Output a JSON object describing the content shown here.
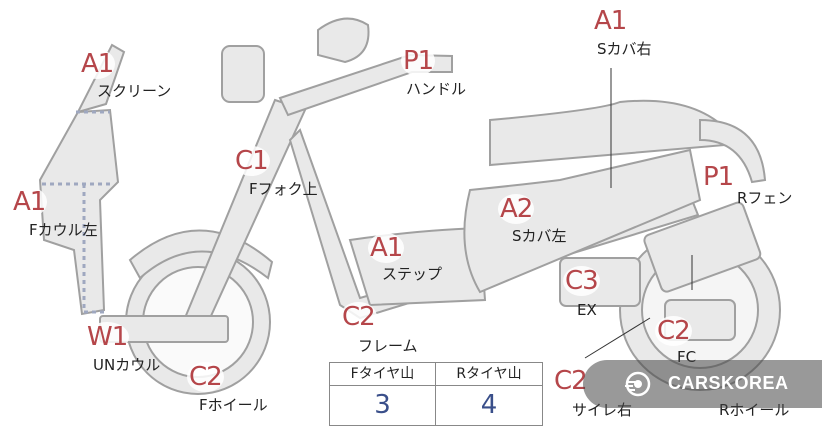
{
  "parts": [
    {
      "id": "screen",
      "grade": "A1",
      "label": "スクリーン"
    },
    {
      "id": "handle",
      "grade": "P1",
      "label": "ハンドル"
    },
    {
      "id": "s-cover-right",
      "grade": "A1",
      "label": "Sカバ右"
    },
    {
      "id": "f-fork-upper",
      "grade": "C1",
      "label": "Fフォク上"
    },
    {
      "id": "f-cowl-left",
      "grade": "A1",
      "label": "Fカウル左"
    },
    {
      "id": "s-cover-left",
      "grade": "A2",
      "label": "Sカバ左"
    },
    {
      "id": "r-fender",
      "grade": "P1",
      "label": "Rフェン"
    },
    {
      "id": "step",
      "grade": "A1",
      "label": "ステップ"
    },
    {
      "id": "exhaust",
      "grade": "C3",
      "label": "EX"
    },
    {
      "id": "frame",
      "grade": "C2",
      "label": "フレーム"
    },
    {
      "id": "un-cowl",
      "grade": "W1",
      "label": "UNカウル"
    },
    {
      "id": "fc",
      "grade": "C2",
      "label": "FC"
    },
    {
      "id": "f-wheel",
      "grade": "C2",
      "label": "Fホイール"
    },
    {
      "id": "muffler-right",
      "grade": "C2",
      "label": "サイレ右"
    },
    {
      "id": "r-wheel",
      "grade": "",
      "label": "Rホイール"
    }
  ],
  "tread_table": {
    "front_header": "Fタイヤ山",
    "rear_header": "Rタイヤ山",
    "front_value": "3",
    "rear_value": "4"
  },
  "watermark": {
    "text": "CARSKOREA",
    "icon": "carskorea-logo-icon"
  },
  "colors": {
    "grade_text": "#b5464a",
    "tread_value": "#3a4f8a",
    "body_fill": "#e8e8e8",
    "body_stroke": "#9a9a9a"
  }
}
